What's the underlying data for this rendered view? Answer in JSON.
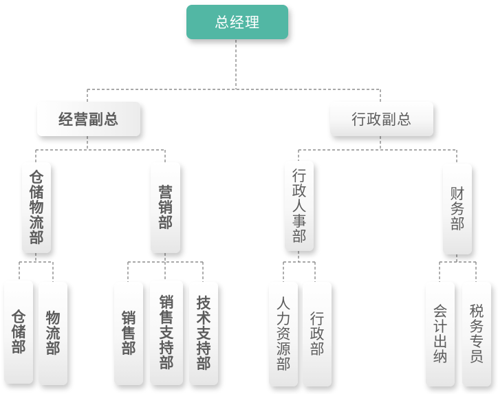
{
  "root": {
    "label": "总经理"
  },
  "vp_ops": {
    "label": "经营副总"
  },
  "vp_admin": {
    "label": "行政副总"
  },
  "dept_storage_logistics": {
    "label": "仓储物流部"
  },
  "dept_marketing": {
    "label": "营销部"
  },
  "dept_admin_hr": {
    "label": "行政人事部"
  },
  "dept_finance": {
    "label": "财务部"
  },
  "unit_storage": {
    "label": "仓储部"
  },
  "unit_logistics": {
    "label": "物流部"
  },
  "unit_sales": {
    "label": "销售部"
  },
  "unit_sales_support": {
    "label": "销售支持部"
  },
  "unit_tech_support": {
    "label": "技术支持部"
  },
  "unit_hr": {
    "label": "人力资源部"
  },
  "unit_admin": {
    "label": "行政部"
  },
  "unit_cashier": {
    "label": "会计出纳"
  },
  "unit_tax": {
    "label": "税务专员"
  },
  "colors": {
    "root_fill": "#52b7a4",
    "connector": "#8c8c8c",
    "node_text": "#5c5c5c"
  }
}
